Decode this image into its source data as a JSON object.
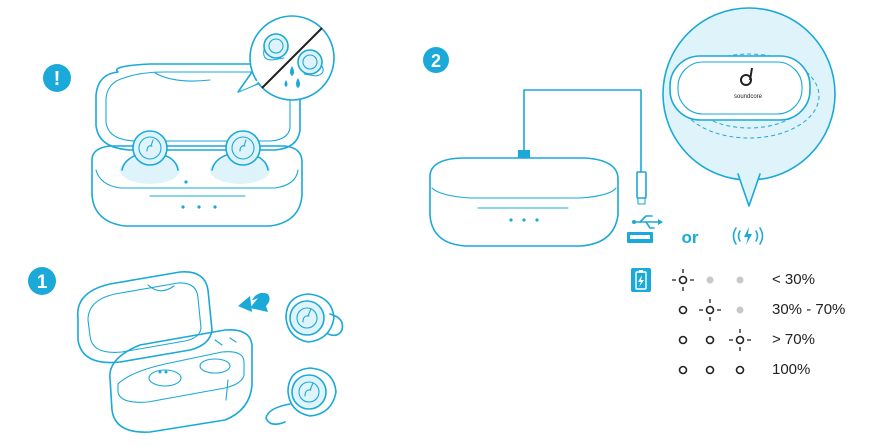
{
  "steps": {
    "warning_glyph": "!",
    "step1": "1",
    "step2": "2"
  },
  "case_logo": {
    "brand": "soundcore"
  },
  "charging": {
    "or_label": "or"
  },
  "battery_levels": [
    {
      "label": "< 30%",
      "leds": [
        "blink",
        "off",
        "off"
      ]
    },
    {
      "label": "30% - 70%",
      "leds": [
        "on",
        "blink",
        "off"
      ]
    },
    {
      "label": "> 70%",
      "leds": [
        "on",
        "on",
        "blink"
      ]
    },
    {
      "label": "100%",
      "leds": [
        "on",
        "on",
        "on"
      ]
    }
  ],
  "colors": {
    "accent": "#1aa9d8",
    "pale": "#dff3fb",
    "led_off": "#c8c8c8",
    "text": "#222222"
  }
}
